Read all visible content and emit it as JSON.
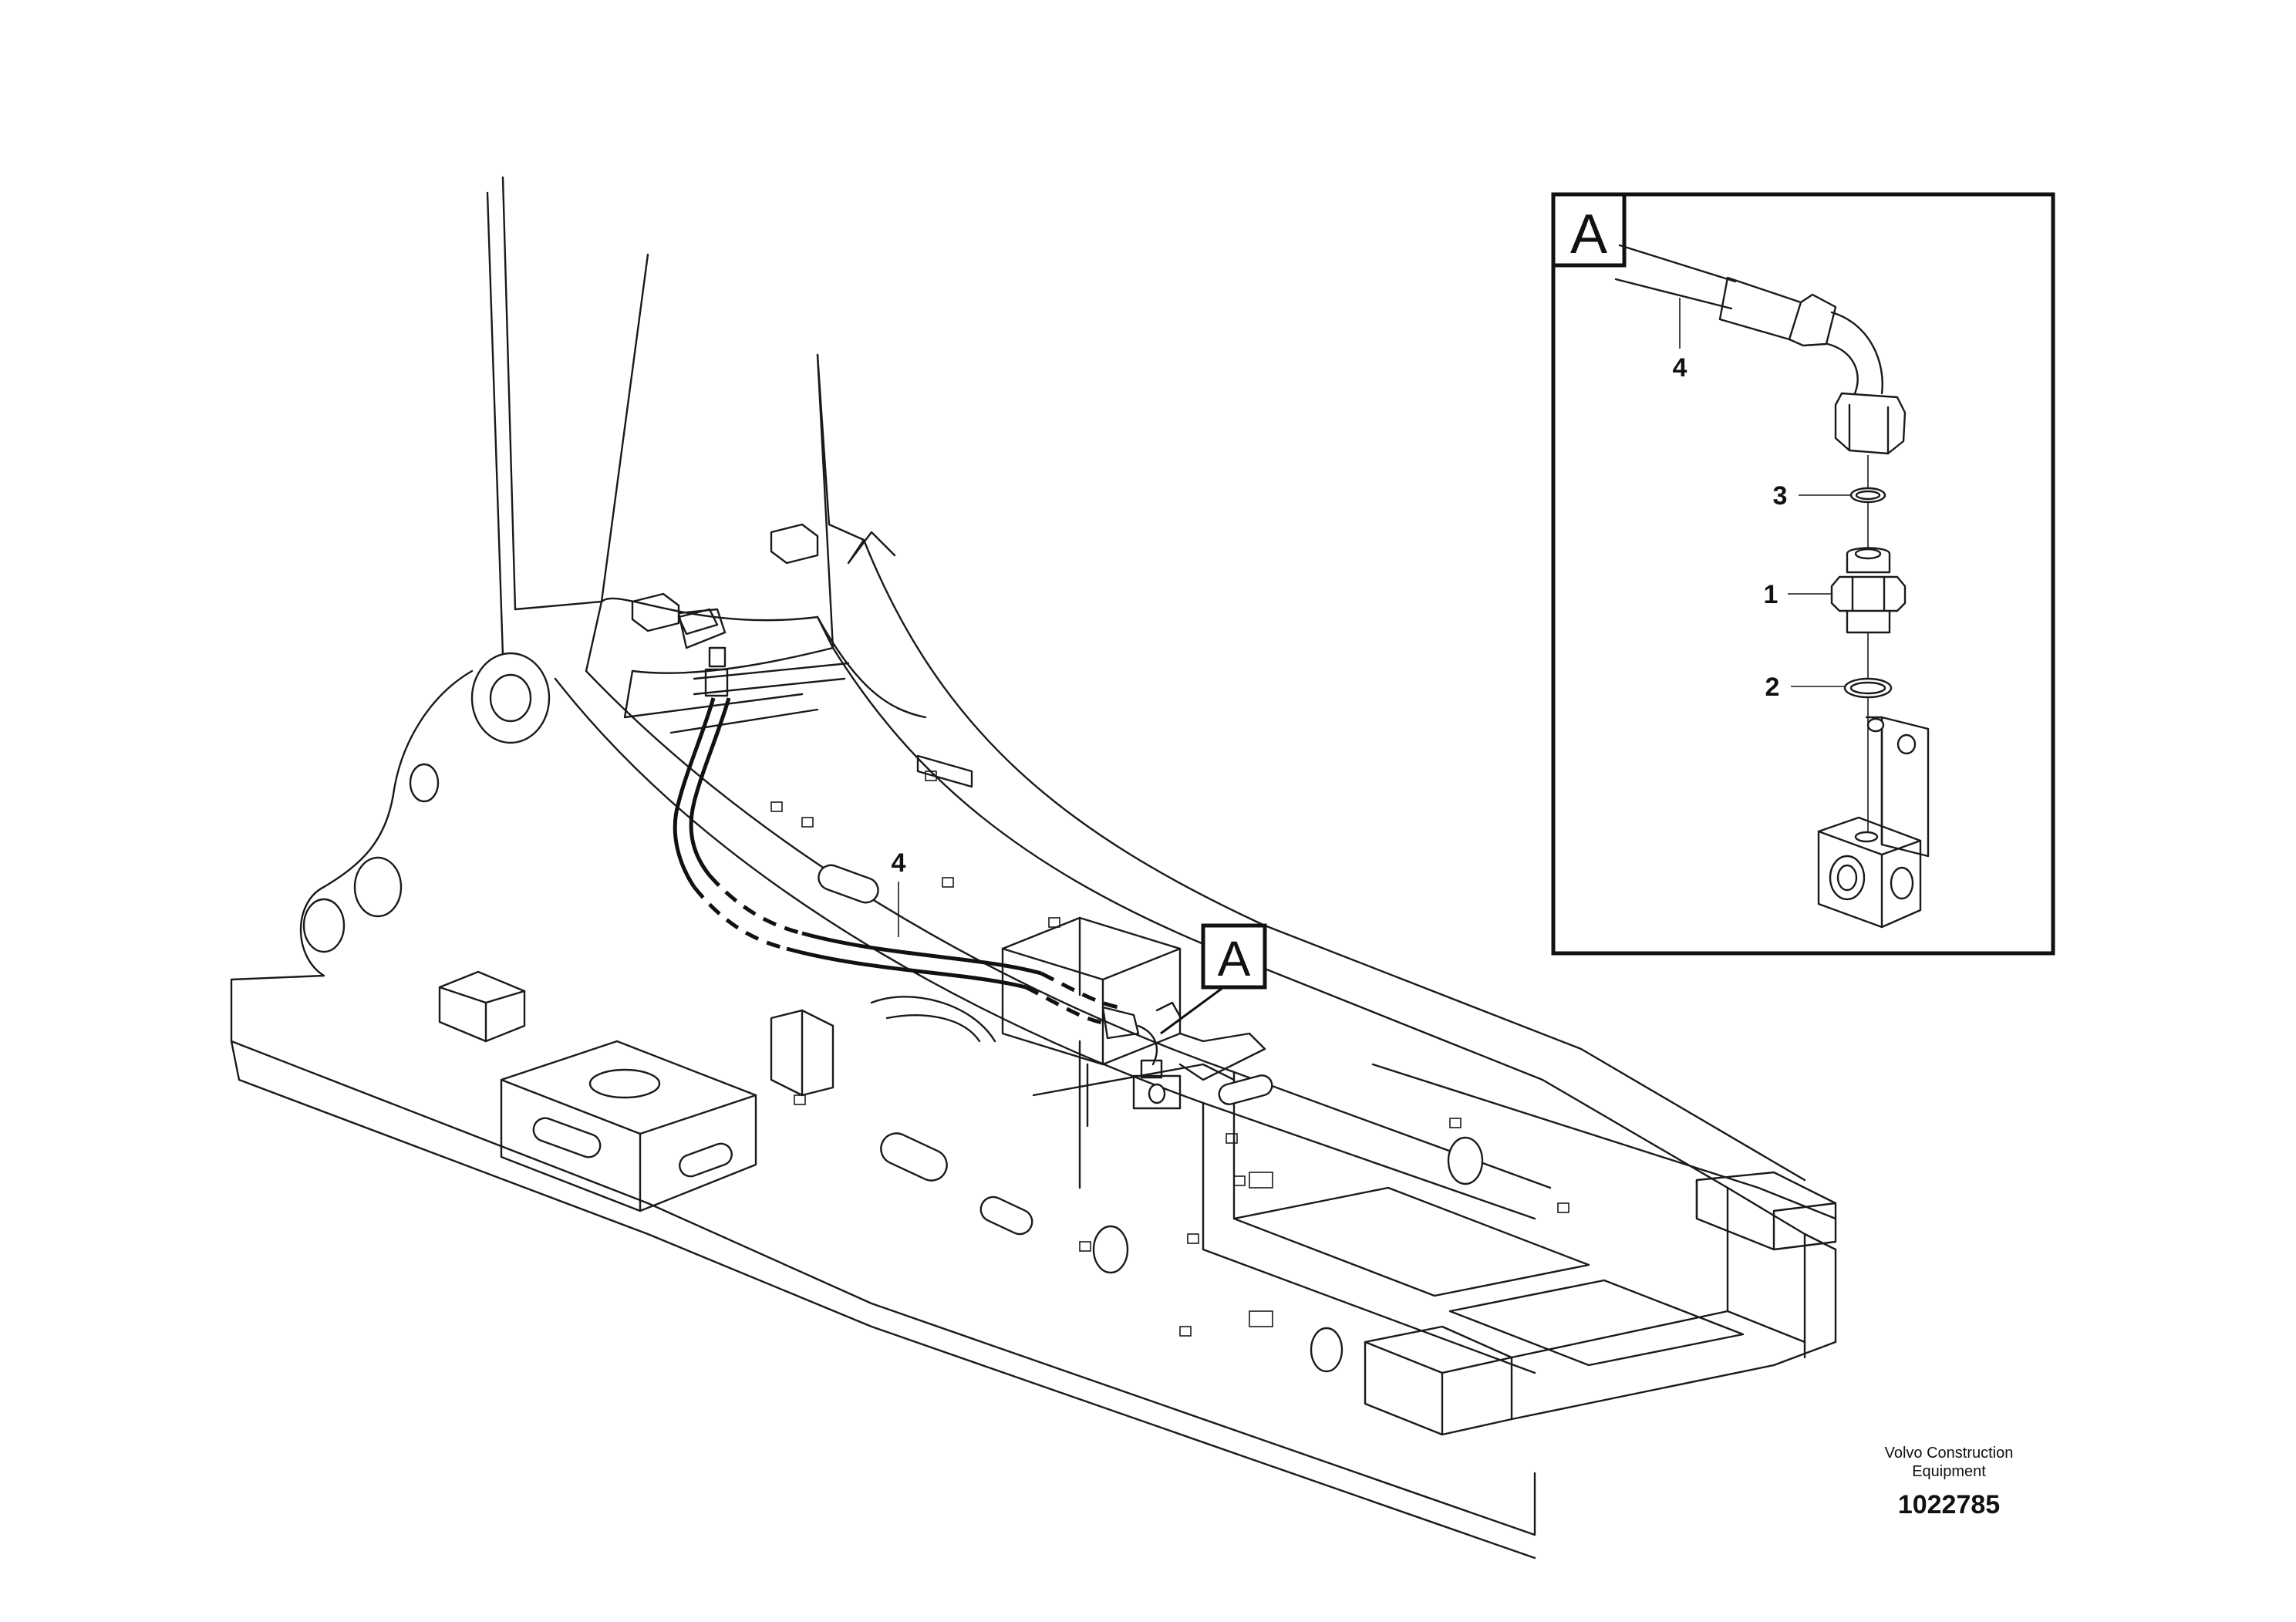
{
  "callouts": {
    "hose_main": "4",
    "view_ref": "A"
  },
  "detail": {
    "title": "A",
    "labels": {
      "hose": "4",
      "oring_upper": "3",
      "adapter": "1",
      "oring_lower": "2"
    }
  },
  "footer": {
    "company_line1": "Volvo Construction",
    "company_line2": "Equipment",
    "part_number": "1022785"
  }
}
